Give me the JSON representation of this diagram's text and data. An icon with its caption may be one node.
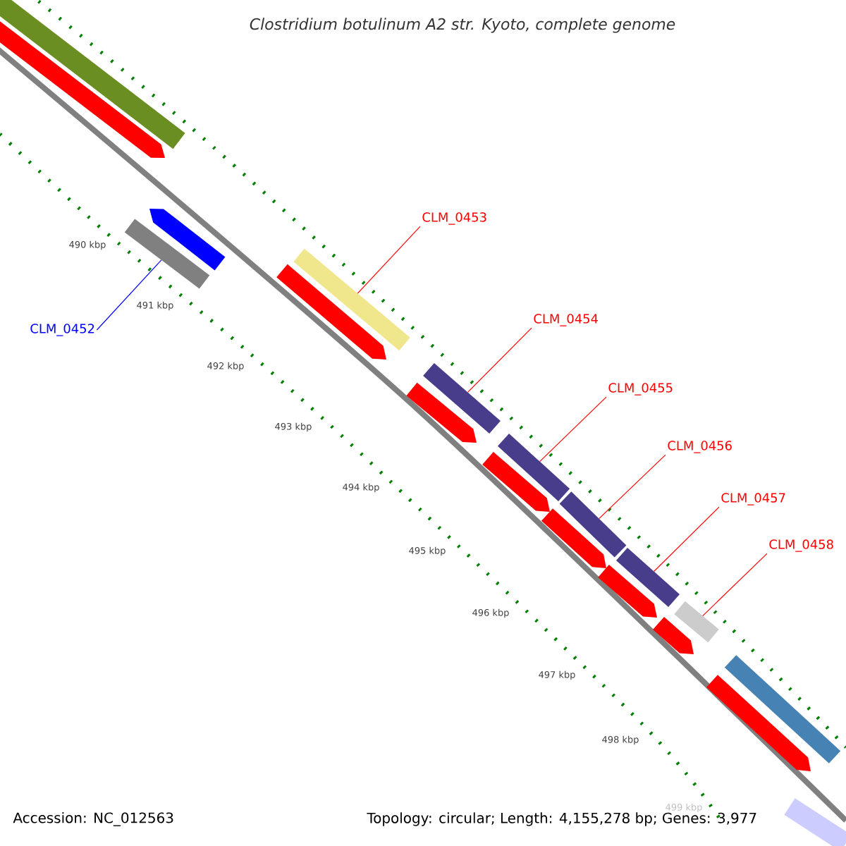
{
  "diagram": {
    "title": "Clostridium botulinum A2 str. Kyoto, complete genome",
    "nodes": [
      {
        "text": [
          "CLM_0452"
        ]
      },
      {
        "text": [
          "CLM_0453"
        ]
      },
      {
        "text": [
          "CLM_0454"
        ]
      },
      {
        "text": [
          "CLM_0455"
        ]
      },
      {
        "text": [
          "CLM_0456"
        ]
      },
      {
        "text": [
          "CLM_0457"
        ]
      },
      {
        "text": [
          "CLM_0458"
        ]
      },
      {
        "text": [],
        "shape": "bar"
      },
      {
        "text": [],
        "shape": "bar"
      },
      {
        "text": [],
        "shape": "bar"
      },
      {
        "text": [],
        "shape": "bar"
      },
      {
        "text": [],
        "shape": "bar"
      },
      {
        "text": [],
        "shape": "bar"
      },
      {
        "text": [],
        "shape": "bar"
      }
    ],
    "edges": [
      {
        "from": 0,
        "to": 7,
        "arrow": "none",
        "color": "#0000ff"
      },
      {
        "from": 1,
        "to": 8,
        "arrow": "none"
      },
      {
        "from": 2,
        "to": 9,
        "arrow": "none"
      },
      {
        "from": 3,
        "to": 10,
        "arrow": "none"
      },
      {
        "from": 4,
        "to": 11,
        "arrow": "none"
      },
      {
        "from": 5,
        "to": 12,
        "arrow": "none"
      },
      {
        "from": 6,
        "to": 13,
        "arrow": "none"
      }
    ],
    "labels": [
      "490 kbp",
      "491 kbp",
      "492 kbp",
      "493 kbp",
      "494 kbp",
      "495 kbp",
      "496 kbp",
      "497 kbp",
      "498 kbp",
      "499 kbp",
      "Accession: NC_012563",
      "Topology: circular; Length: 4,155,278 bp; Genes: 3,977"
    ]
  }
}
